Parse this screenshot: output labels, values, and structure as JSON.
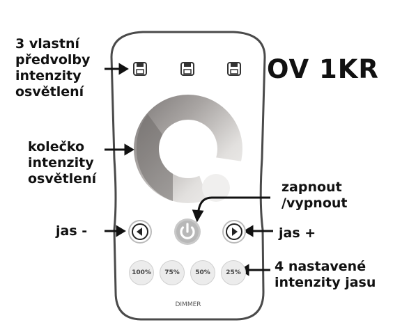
{
  "title": "OV 1KR",
  "annotations": {
    "presets": [
      "3 vlastní",
      "předvolby",
      "intenzity",
      "osvětlení"
    ],
    "wheel": [
      "kolečko",
      "intenzity",
      "osvětlení"
    ],
    "power": [
      "zapnout",
      "/vypnout"
    ],
    "brightness_down": "jas -",
    "brightness_up": "jas +",
    "fixed_levels": [
      "4 nastavené",
      "intenzity jasu"
    ]
  },
  "remote": {
    "preset_icon": "save-icon",
    "power_icon": "power-icon",
    "left_icon": "arrow-left-icon",
    "right_icon": "arrow-right-icon",
    "levels": [
      "100%",
      "75%",
      "50%",
      "25%"
    ],
    "label": "DIMMER"
  }
}
